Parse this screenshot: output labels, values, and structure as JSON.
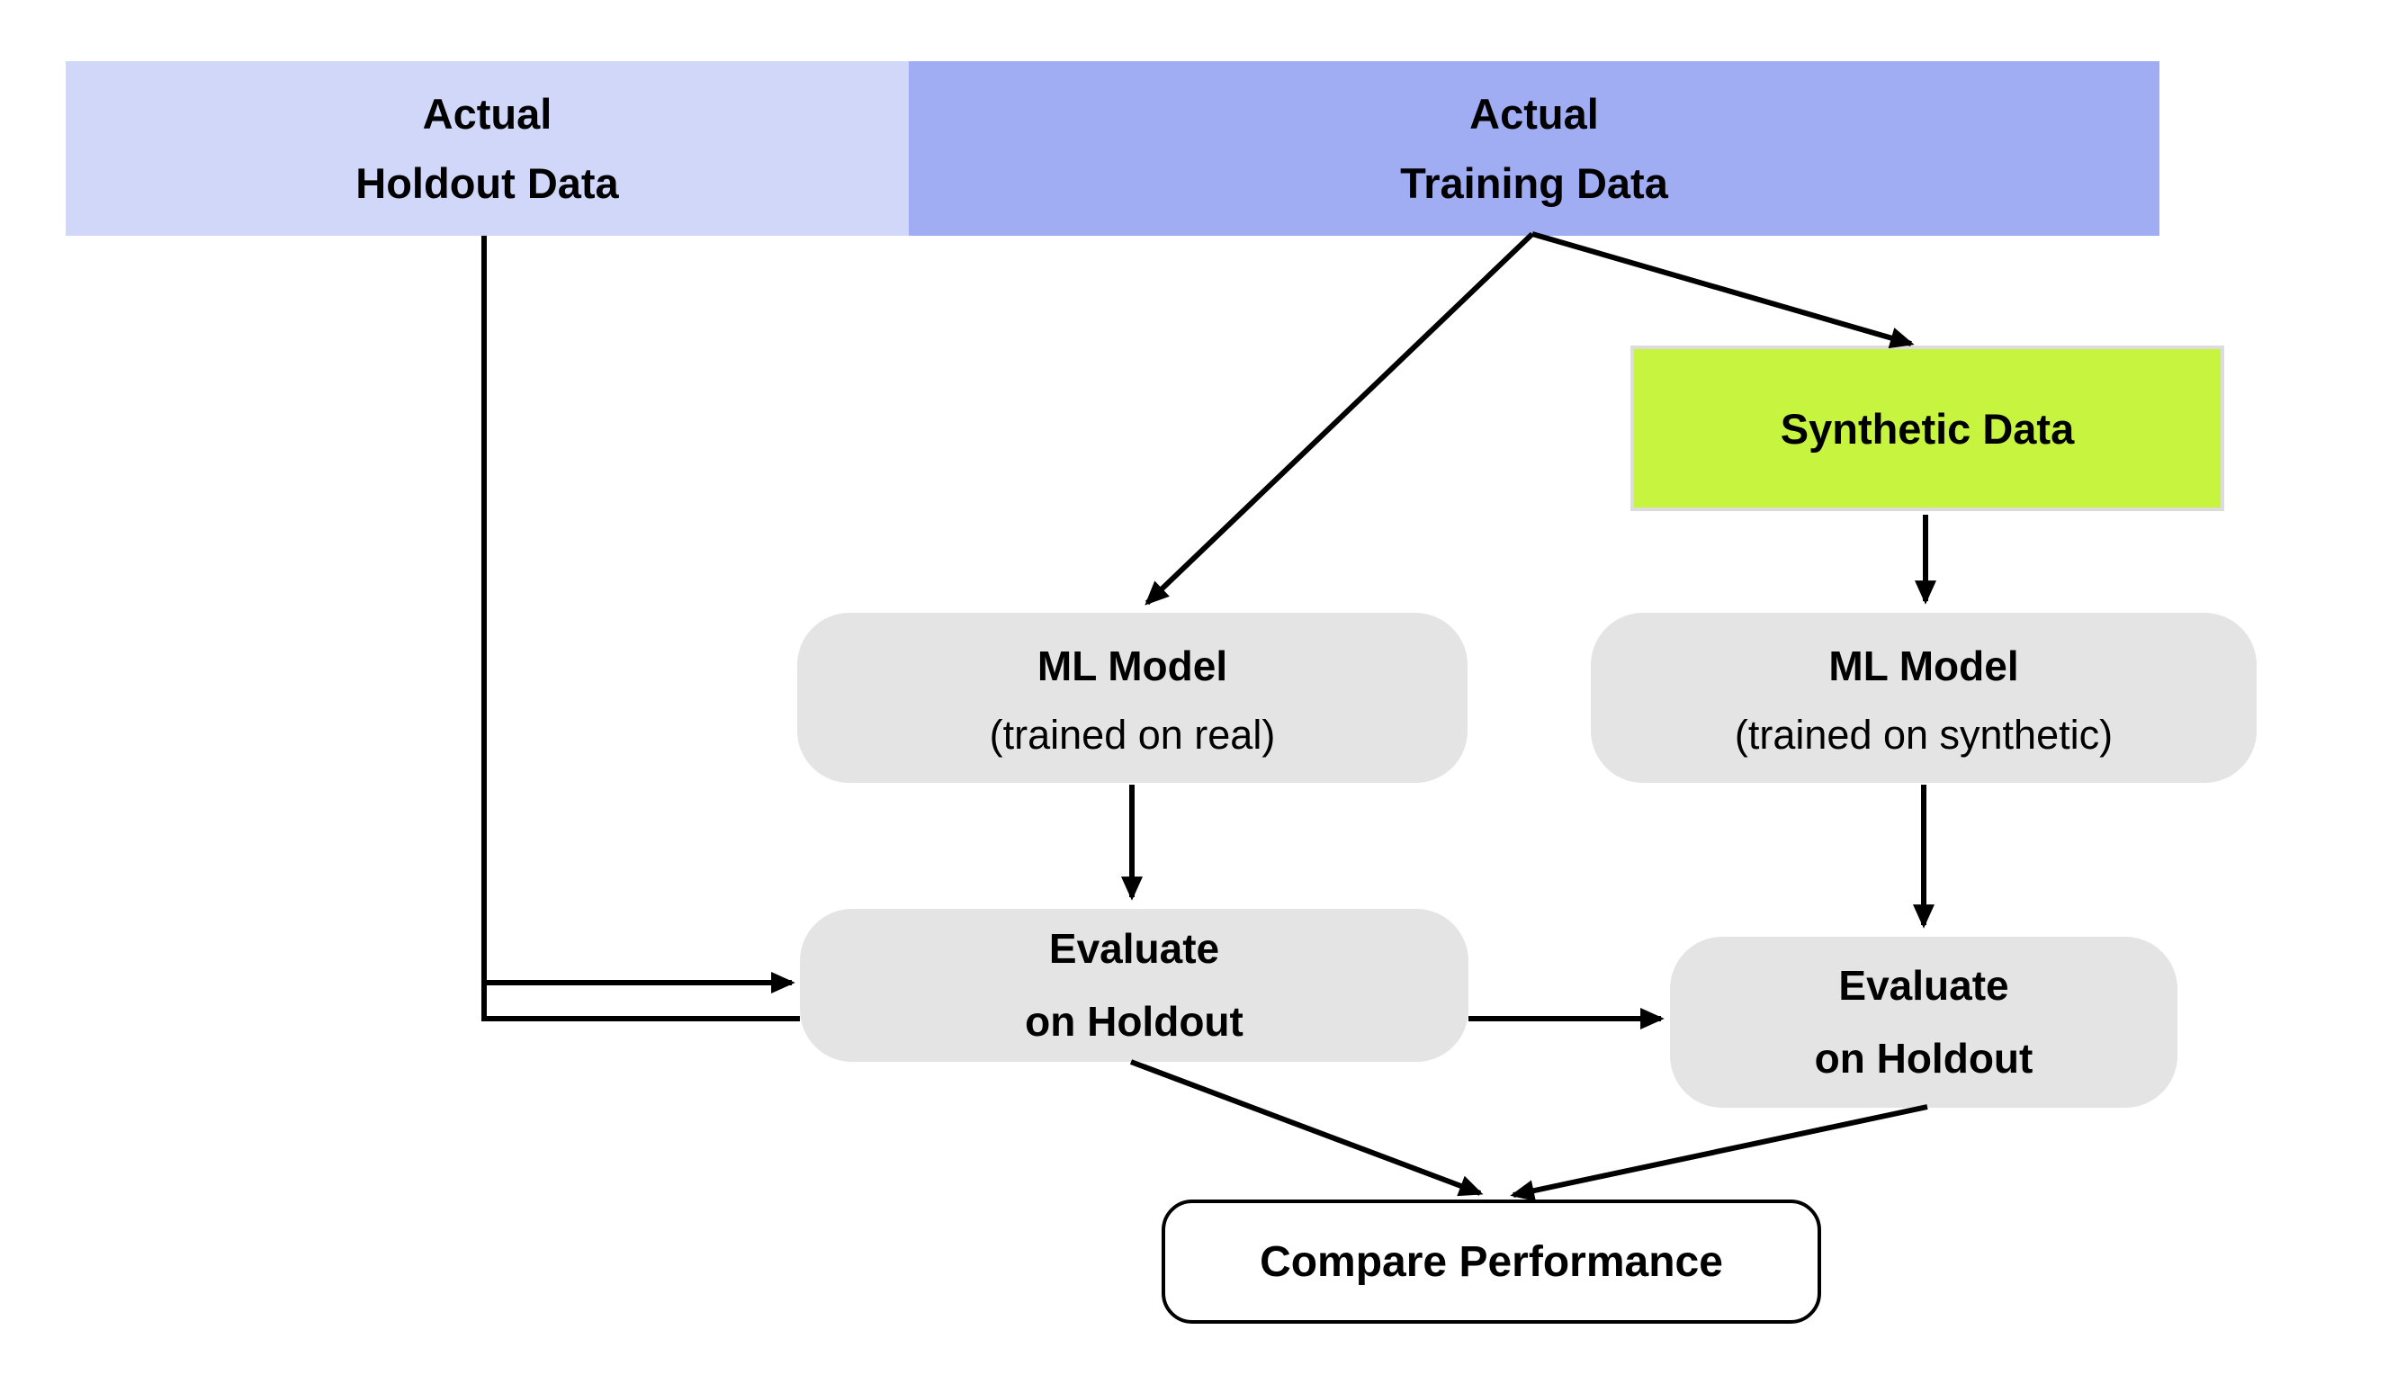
{
  "diagram": {
    "background": "#ffffff",
    "line_color": "#000000",
    "nodes": {
      "actual_holdout": {
        "line1": "Actual",
        "line2": "Holdout Data",
        "fill": "#d1d7f9"
      },
      "actual_training": {
        "line1": "Actual",
        "line2": "Training Data",
        "fill": "#a1adf3"
      },
      "synthetic_data": {
        "label": "Synthetic Data",
        "fill": "#c7f43e",
        "border": "#dcdcdc"
      },
      "ml_model_real": {
        "title": "ML Model",
        "subtitle": "(trained on real)",
        "fill": "#e4e4e4"
      },
      "ml_model_synthetic": {
        "title": "ML Model",
        "subtitle": "(trained on synthetic)",
        "fill": "#e4e4e4"
      },
      "evaluate_left": {
        "line1": "Evaluate",
        "line2": "on Holdout",
        "fill": "#e4e4e4"
      },
      "evaluate_right": {
        "line1": "Evaluate",
        "line2": "on Holdout",
        "fill": "#e4e4e4"
      },
      "compare": {
        "label": "Compare Performance",
        "fill": "#ffffff",
        "border": "#000000"
      }
    },
    "edges": [
      {
        "from": "actual_holdout",
        "to": "evaluate_left"
      },
      {
        "from": "actual_holdout",
        "to": "evaluate_right"
      },
      {
        "from": "actual_training",
        "to": "ml_model_real"
      },
      {
        "from": "actual_training",
        "to": "synthetic_data"
      },
      {
        "from": "synthetic_data",
        "to": "ml_model_synthetic"
      },
      {
        "from": "ml_model_real",
        "to": "evaluate_left"
      },
      {
        "from": "ml_model_synthetic",
        "to": "evaluate_right"
      },
      {
        "from": "evaluate_left",
        "to": "compare"
      },
      {
        "from": "evaluate_right",
        "to": "compare"
      }
    ]
  }
}
